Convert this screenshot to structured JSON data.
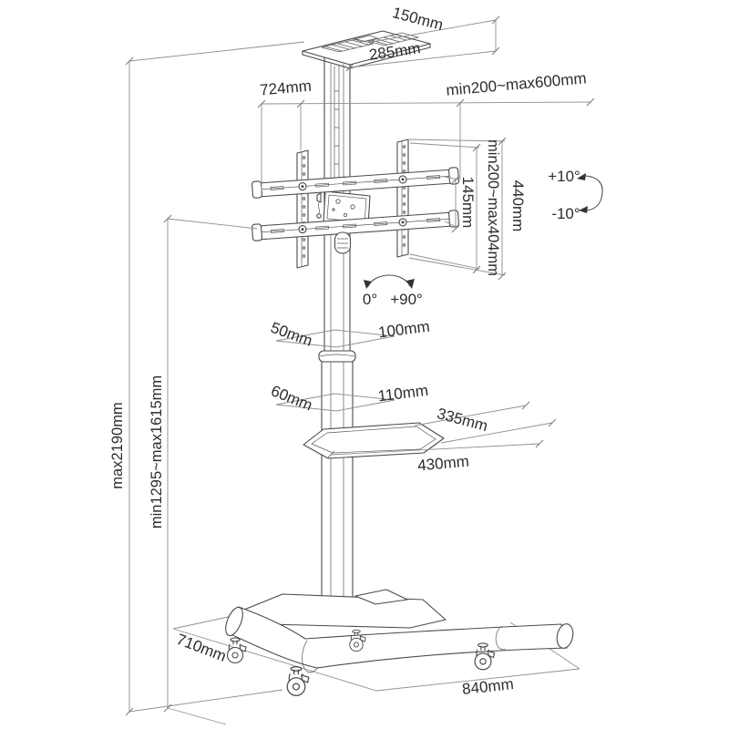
{
  "diagram": {
    "subject": "mobile-tv-floor-stand-dimension-drawing",
    "labels": {
      "shelf_top_depth": "150mm",
      "shelf_top_width": "285mm",
      "bracket_total_width": "724mm",
      "vesa_width_range": "min200~max600mm",
      "vesa_height_range": "min200~max404mm",
      "bracket_total_height": "440mm",
      "rail_spacing": "145mm",
      "tilt_up": "+10°",
      "tilt_down": "-10°",
      "swivel_start": "0°",
      "swivel_end": "+90°",
      "upper_column_depth": "50mm",
      "upper_column_width": "100mm",
      "lower_column_depth": "60mm",
      "lower_column_width": "110mm",
      "tray_depth": "335mm",
      "tray_width": "430mm",
      "overall_height": "max2190mm",
      "screen_height_range": "min1295~max1615mm",
      "base_depth": "710mm",
      "base_width": "840mm"
    }
  }
}
